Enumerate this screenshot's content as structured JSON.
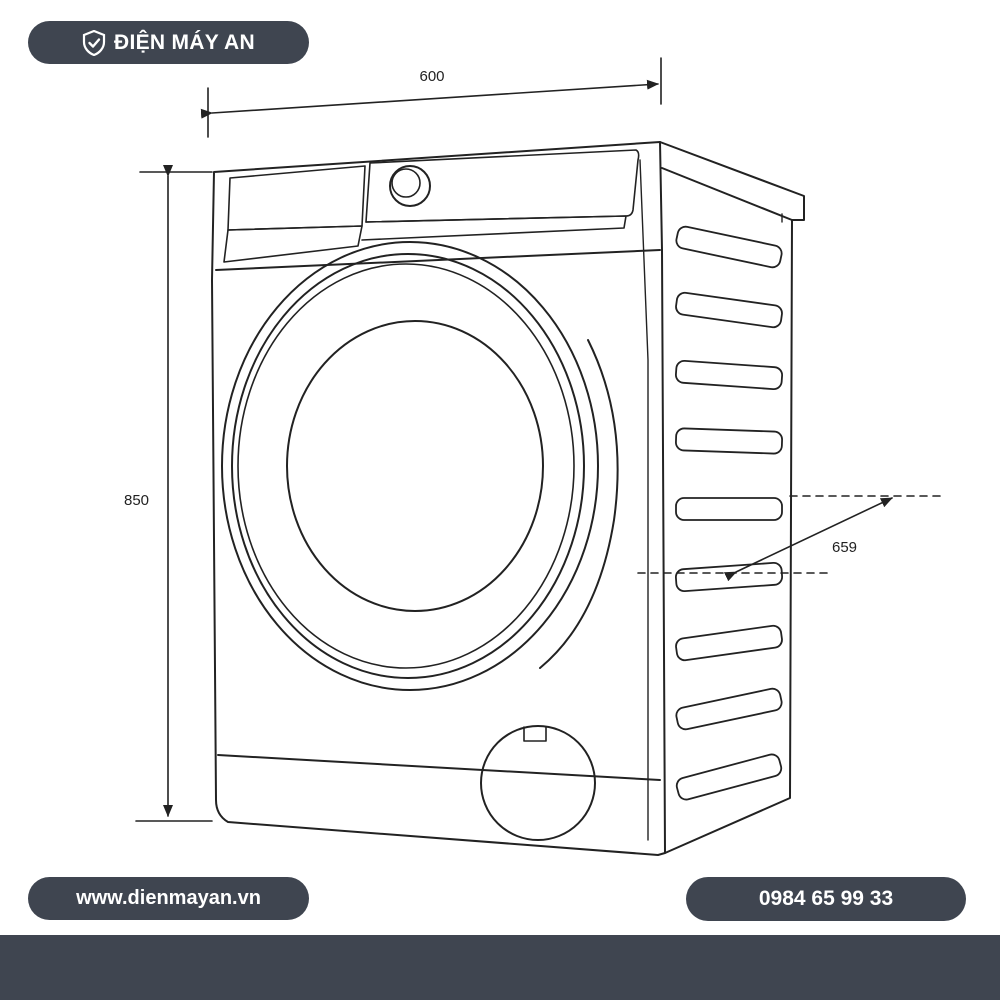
{
  "brand": {
    "name": "ĐIỆN MÁY AN",
    "logo_icon": "shield-check-icon"
  },
  "contact": {
    "website": "www.dienmayan.vn",
    "phone": "0984 65 99 33"
  },
  "colors": {
    "pill_background": "#3f4550",
    "pill_text": "#ffffff",
    "line_art": "#222222"
  },
  "dimensions": {
    "width": "600",
    "height": "850",
    "depth": "659"
  }
}
